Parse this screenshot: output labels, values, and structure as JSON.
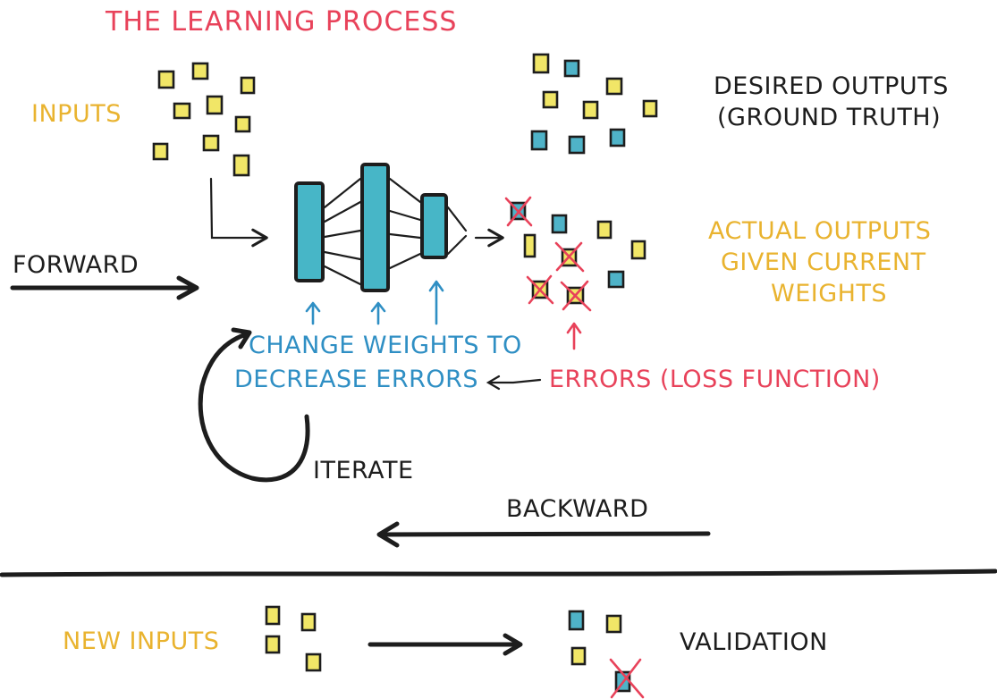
{
  "title": "THE LEARNING PROCESS",
  "labels": {
    "inputs": "INPUTS",
    "desired_line1": "DESIRED OUTPUTS",
    "desired_line2": "(GROUND TRUTH)",
    "actual_line1": "ACTUAL OUTPUTS",
    "actual_line2": "GIVEN CURRENT",
    "actual_line3": "WEIGHTS",
    "forward": "FORWARD",
    "change_line1": "CHANGE WEIGHTS TO",
    "change_line2": "DECREASE ERRORS",
    "errors": "ERRORS (LOSS FUNCTION)",
    "iterate": "ITERATE",
    "backward": "BACKWARD",
    "new_inputs": "NEW INPUTS",
    "validation": "VALIDATION"
  },
  "colors": {
    "title": "#e8425a",
    "inputs_label": "#e9b32f",
    "actual_label": "#e9b32f",
    "change_label": "#2f8fc4",
    "errors_label": "#e8425a",
    "ink": "#1d1d1d",
    "sticky_yellow": "#f1e667",
    "sticky_blue": "#4fb3c8"
  }
}
